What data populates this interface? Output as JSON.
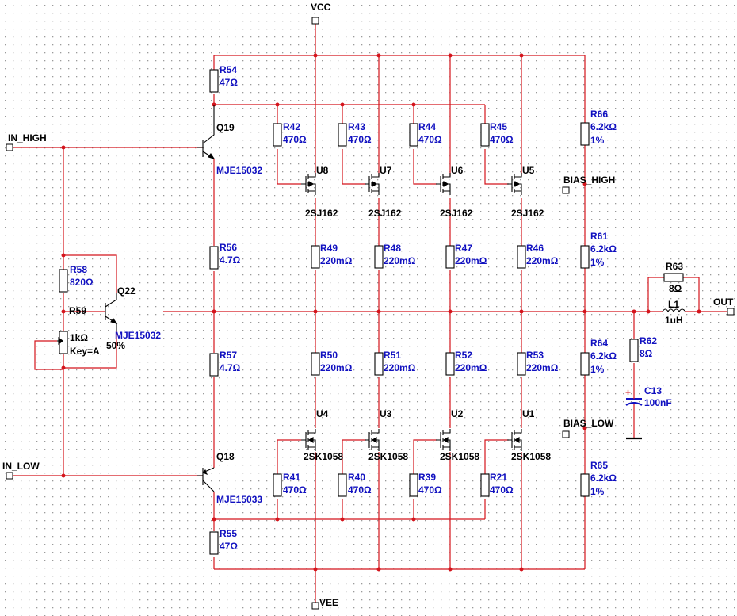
{
  "ports": {
    "vcc": "VCC",
    "vee": "VEE",
    "in_high": "IN_HIGH",
    "in_low": "IN_LOW",
    "out": "OUT",
    "bias_high": "BIAS_HIGH",
    "bias_low": "BIAS_LOW"
  },
  "components": {
    "R54": {
      "ref": "R54",
      "value": "47Ω"
    },
    "R55": {
      "ref": "R55",
      "value": "47Ω"
    },
    "R56": {
      "ref": "R56",
      "value": "4.7Ω"
    },
    "R57": {
      "ref": "R57",
      "value": "4.7Ω"
    },
    "R58": {
      "ref": "R58",
      "value": "820Ω"
    },
    "R59": {
      "ref": "R59",
      "value": "1kΩ",
      "key": "Key=A",
      "setting": "50%"
    },
    "Q19": {
      "ref": "Q19",
      "model": "MJE15032"
    },
    "Q18": {
      "ref": "Q18",
      "model": "MJE15033"
    },
    "Q22": {
      "ref": "Q22",
      "model": "MJE15032"
    },
    "R42": {
      "ref": "R42",
      "value": "470Ω"
    },
    "R43": {
      "ref": "R43",
      "value": "470Ω"
    },
    "R44": {
      "ref": "R44",
      "value": "470Ω"
    },
    "R45": {
      "ref": "R45",
      "value": "470Ω"
    },
    "R41": {
      "ref": "R41",
      "value": "470Ω"
    },
    "R40": {
      "ref": "R40",
      "value": "470Ω"
    },
    "R39": {
      "ref": "R39",
      "value": "470Ω"
    },
    "R21": {
      "ref": "R21",
      "value": "470Ω"
    },
    "R49": {
      "ref": "R49",
      "value": "220mΩ"
    },
    "R48": {
      "ref": "R48",
      "value": "220mΩ"
    },
    "R47": {
      "ref": "R47",
      "value": "220mΩ"
    },
    "R46": {
      "ref": "R46",
      "value": "220mΩ"
    },
    "R50": {
      "ref": "R50",
      "value": "220mΩ"
    },
    "R51": {
      "ref": "R51",
      "value": "220mΩ"
    },
    "R52": {
      "ref": "R52",
      "value": "220mΩ"
    },
    "R53": {
      "ref": "R53",
      "value": "220mΩ"
    },
    "U8": {
      "ref": "U8",
      "model": "2SJ162"
    },
    "U7": {
      "ref": "U7",
      "model": "2SJ162"
    },
    "U6": {
      "ref": "U6",
      "model": "2SJ162"
    },
    "U5": {
      "ref": "U5",
      "model": "2SJ162"
    },
    "U4": {
      "ref": "U4",
      "model": "2SK1058"
    },
    "U3": {
      "ref": "U3",
      "model": "2SK1058"
    },
    "U2": {
      "ref": "U2",
      "model": "2SK1058"
    },
    "U1": {
      "ref": "U1",
      "model": "2SK1058"
    },
    "R66": {
      "ref": "R66",
      "value": "6.2kΩ",
      "tol": "1%"
    },
    "R61": {
      "ref": "R61",
      "value": "6.2kΩ",
      "tol": "1%"
    },
    "R64": {
      "ref": "R64",
      "value": "6.2kΩ",
      "tol": "1%"
    },
    "R65": {
      "ref": "R65",
      "value": "6.2kΩ",
      "tol": "1%"
    },
    "R63": {
      "ref": "R63",
      "value": "8Ω"
    },
    "R62": {
      "ref": "R62",
      "value": "8Ω"
    },
    "L1": {
      "ref": "L1",
      "value": "1uH"
    },
    "C13": {
      "ref": "C13",
      "value": "100nF"
    }
  },
  "colors": {
    "wire": "#d4141c",
    "label": "#1010c0",
    "grid": "#9a9a9a",
    "part": "#000000"
  }
}
